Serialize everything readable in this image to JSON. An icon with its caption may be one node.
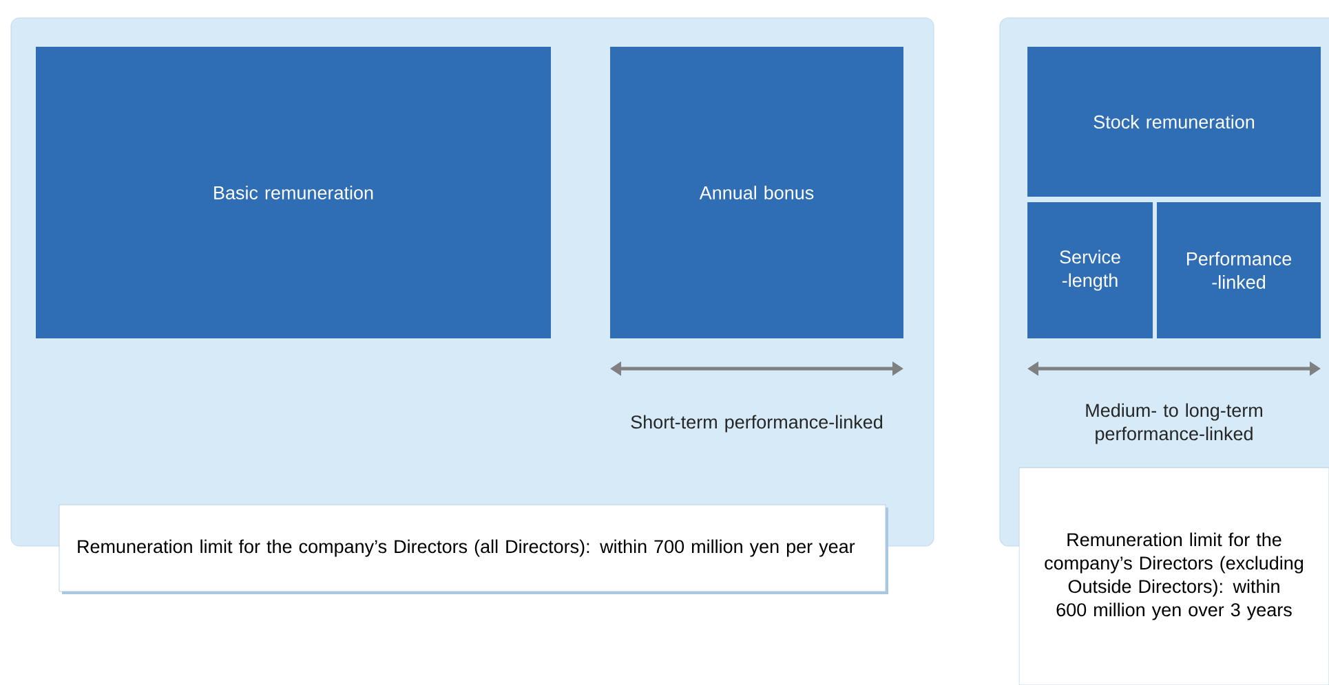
{
  "diagram": {
    "nodes": [
      {
        "text": [],
        "shape": "box"
      },
      {
        "text": [
          "Basic remuneration"
        ],
        "in": 0
      },
      {
        "text": [
          "Annual bonus"
        ],
        "in": 0
      },
      {
        "text": [],
        "shape": "box"
      },
      {
        "text": [
          "Stock remuneration"
        ],
        "in": 3
      },
      {
        "text": [
          "Service -length"
        ],
        "in": 3
      },
      {
        "text": [
          "Performance -linked"
        ],
        "in": 3
      },
      {
        "text": [
          "Remuneration limit for the company’s Directors (all Directors): within 700 million yen per year"
        ]
      },
      {
        "text": [
          "Remuneration limit for the company’s Directors (excluding Outside Directors): within 600 million yen over 3 years"
        ]
      }
    ],
    "labels": [
      "Short-term performance-linked",
      "Medium- to long-term performance-linked"
    ]
  }
}
